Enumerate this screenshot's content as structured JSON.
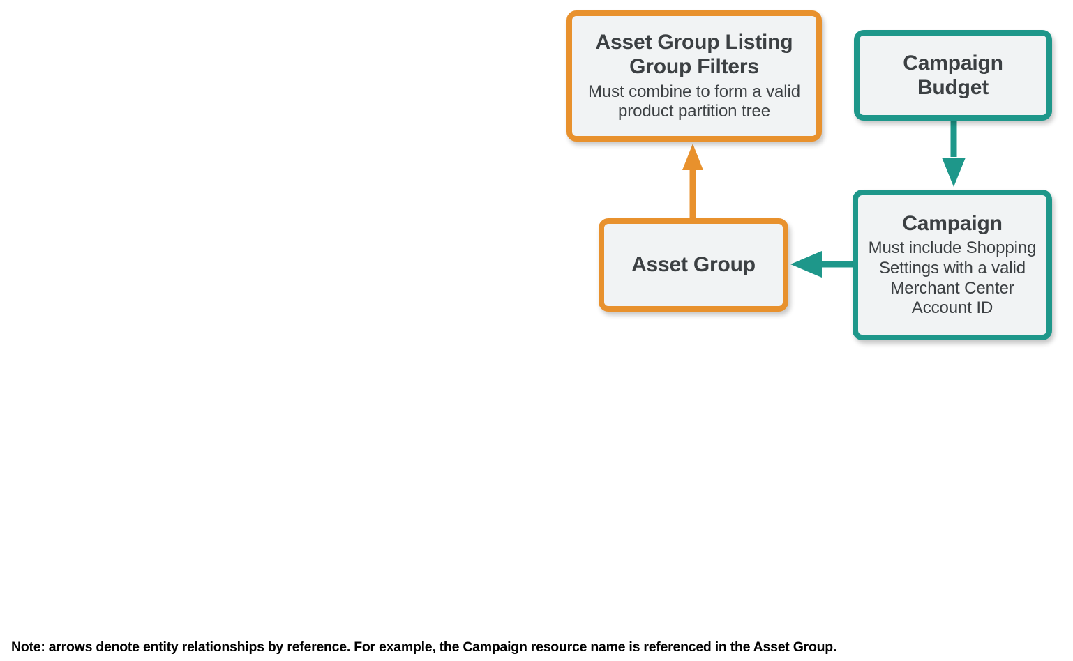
{
  "diagram": {
    "type": "entity-relationship",
    "background_color": "#ffffff",
    "colors": {
      "orange": "#e8912d",
      "teal": "#1e978a",
      "node_fill": "#f1f3f4",
      "text": "#3c4043",
      "footnote_text": "#000000"
    },
    "nodes": [
      {
        "id": "asset-group-listing-group-filters",
        "title": "Asset Group Listing Group Filters",
        "subtitle": "Must combine to form a valid product partition tree",
        "accent": "#e8912d"
      },
      {
        "id": "asset-group",
        "title": "Asset Group",
        "subtitle": "",
        "accent": "#e8912d"
      },
      {
        "id": "campaign-budget",
        "title": "Campaign Budget",
        "subtitle": "",
        "accent": "#1e978a"
      },
      {
        "id": "campaign",
        "title": "Campaign",
        "subtitle": "Must include Shopping Settings with a valid Merchant Center Account ID",
        "accent": "#1e978a"
      }
    ],
    "edges": [
      {
        "id": "asset-group-to-listing-group-filters",
        "from": "asset-group",
        "to": "asset-group-listing-group-filters",
        "direction": "up",
        "color": "#e8912d"
      },
      {
        "id": "campaign-budget-to-campaign",
        "from": "campaign-budget",
        "to": "campaign",
        "direction": "down",
        "color": "#1e978a"
      },
      {
        "id": "campaign-to-asset-group",
        "from": "campaign",
        "to": "asset-group",
        "direction": "left",
        "color": "#1e978a"
      }
    ],
    "footnote": "Note: arrows denote entity relationships by reference. For example, the Campaign resource name is referenced in the Asset Group."
  }
}
